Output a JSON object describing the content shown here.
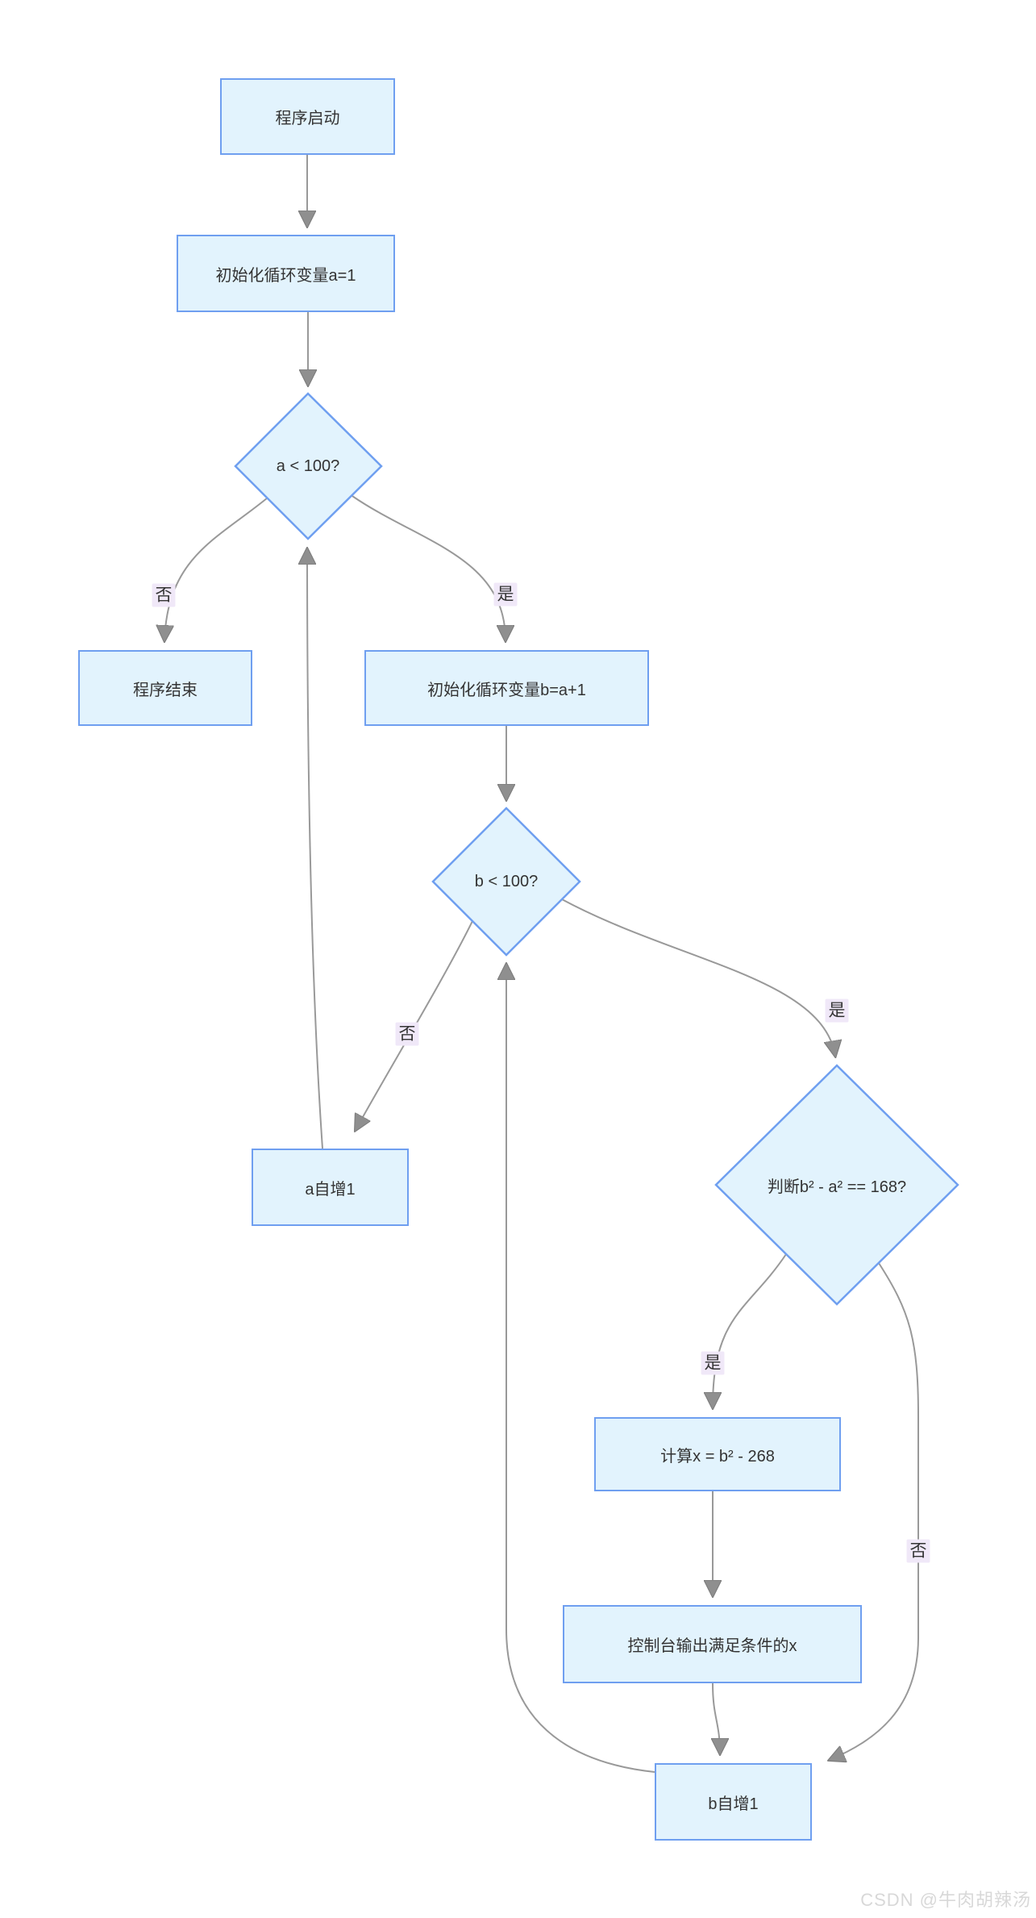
{
  "diagram": {
    "nodes": {
      "start": {
        "label": "程序启动",
        "shape": "rect"
      },
      "init_a": {
        "label": "初始化循环变量a=1",
        "shape": "rect"
      },
      "cond_a": {
        "label": "a < 100?",
        "shape": "diamond"
      },
      "end": {
        "label": "程序结束",
        "shape": "rect"
      },
      "init_b": {
        "label": "初始化循环变量b=a+1",
        "shape": "rect"
      },
      "cond_b": {
        "label": "b < 100?",
        "shape": "diamond"
      },
      "inc_a": {
        "label": "a自增1",
        "shape": "rect"
      },
      "check": {
        "label": "判断b² - a² == 168?",
        "shape": "diamond"
      },
      "calc": {
        "label": "计算x = b² - 268",
        "shape": "rect"
      },
      "output": {
        "label": "控制台输出满足条件的x",
        "shape": "rect"
      },
      "inc_b": {
        "label": "b自增1",
        "shape": "rect"
      }
    },
    "edge_labels": {
      "cond_a_no": "否",
      "cond_a_yes": "是",
      "cond_b_no": "否",
      "cond_b_yes": "是",
      "check_yes": "是",
      "check_no": "否"
    },
    "colors": {
      "node_fill": "#e2f3fd",
      "node_border": "#6f9ff0",
      "edge": "#999999",
      "label_bg": "#f0e8f8",
      "text": "#333333",
      "watermark": "#d8d8d8"
    }
  },
  "watermark": {
    "text": "CSDN @牛肉胡辣汤"
  }
}
